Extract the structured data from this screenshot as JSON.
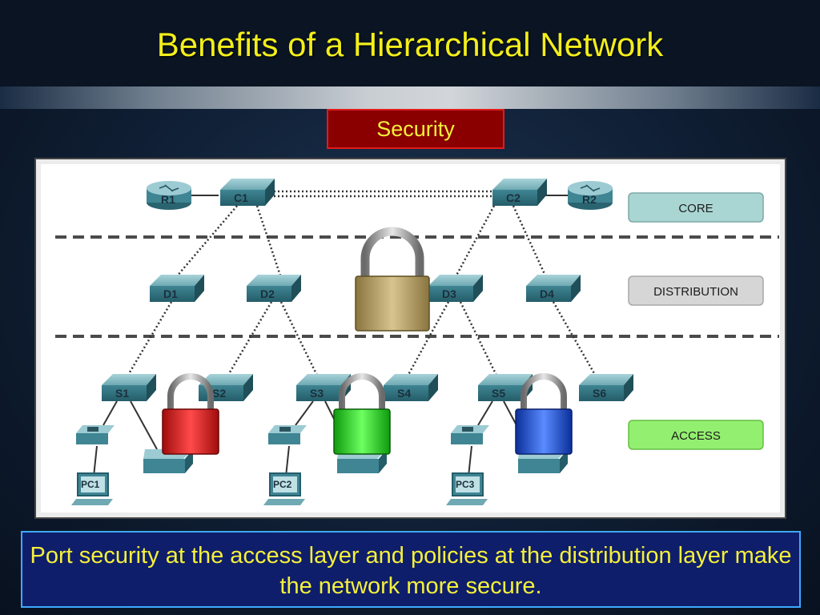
{
  "slide": {
    "title": "Benefits of a Hierarchical Network",
    "topic": "Security",
    "caption": "Port security at the access layer and policies at the distribution layer make the network more secure."
  },
  "diagram": {
    "layers": [
      {
        "label": "CORE",
        "color": "#a9d6d3"
      },
      {
        "label": "DISTRIBUTION",
        "color": "#d6d6d6"
      },
      {
        "label": "ACCESS",
        "color": "#93ef6f"
      }
    ],
    "routers": [
      "R1",
      "R2"
    ],
    "core_switches": [
      "C1",
      "C2"
    ],
    "distribution_switches": [
      "D1",
      "D2",
      "D3",
      "D4"
    ],
    "access_switches": [
      "S1",
      "S2",
      "S3",
      "S4",
      "S5",
      "S6"
    ],
    "pcs": [
      "PC1",
      "PC2",
      "PC3"
    ],
    "locks": [
      {
        "layer": "distribution",
        "color": "#b9a26a"
      },
      {
        "layer": "access",
        "color": "#e01515"
      },
      {
        "layer": "access",
        "color": "#22e01a"
      },
      {
        "layer": "access",
        "color": "#1c55e0"
      }
    ]
  },
  "colors": {
    "title": "#f2ee1a",
    "topic_bg": "#8a0000",
    "caption_bg": "#0f1e6a",
    "caption_border": "#3fa9ff"
  }
}
